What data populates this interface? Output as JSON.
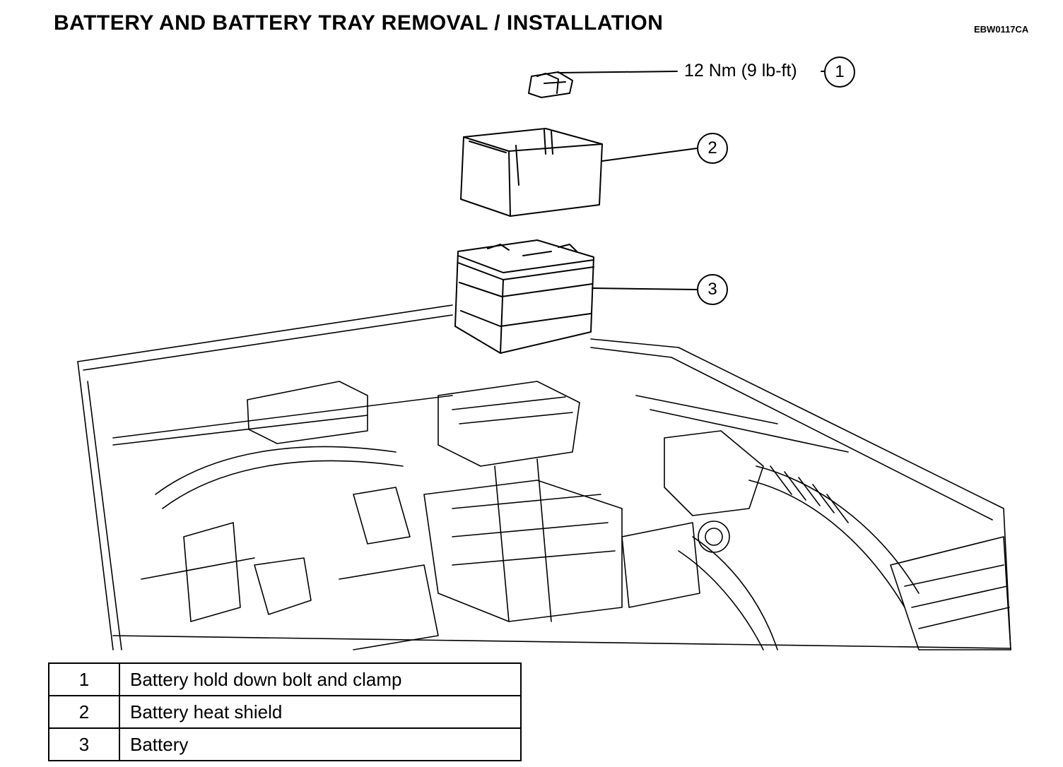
{
  "header": {
    "title": "BATTERY AND BATTERY TRAY REMOVAL / INSTALLATION",
    "figure_code": "EBW0117CA"
  },
  "callouts": [
    {
      "number": "1",
      "torque": "12 Nm (9 lb-ft)"
    },
    {
      "number": "2"
    },
    {
      "number": "3"
    }
  ],
  "legend": [
    {
      "number": "1",
      "description": "Battery hold down bolt and clamp"
    },
    {
      "number": "2",
      "description": "Battery heat shield"
    },
    {
      "number": "3",
      "description": "Battery"
    }
  ]
}
